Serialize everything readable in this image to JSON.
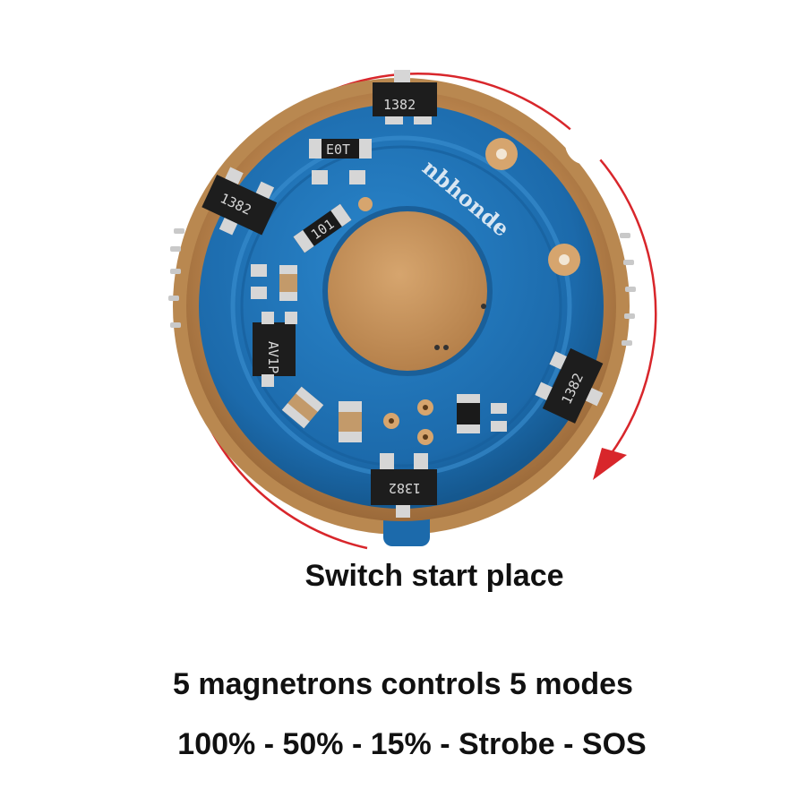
{
  "captions": {
    "start_place": "Switch start place",
    "modes_title": "5 magnetrons controls 5 modes",
    "modes_list": "100% - 50% - 15% - Strobe - SOS"
  },
  "board": {
    "brand": "nbhonde",
    "chip_label": "1382",
    "chip_label_alt": "AV1P",
    "resistor_label": "E0T",
    "resistor_label_alt": "101"
  },
  "colors": {
    "pcb_blue": "#1f6fb2",
    "copper": "#c7955a",
    "arrow_red": "#d8262b",
    "background": "#ffffff"
  }
}
